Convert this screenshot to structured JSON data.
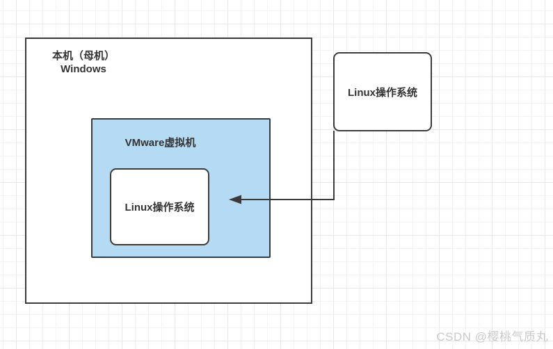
{
  "diagram": {
    "host_box": {
      "label_line1": "本机（母机）",
      "label_line2": "Windows"
    },
    "vm_box": {
      "label": "VMware虚拟机",
      "fill_color": "#b5daf3"
    },
    "guest_os_box": {
      "label": "Linux操作系统"
    },
    "external_os_box": {
      "label": "Linux操作系统"
    },
    "connector": {
      "shape": "elbow-arrow",
      "direction": "from external_os_box down then left into vm_box"
    }
  },
  "colors": {
    "stroke": "#3a3a3a",
    "text": "#333333",
    "vm_fill": "#b5daf3",
    "grid_minor": "#f3f3f3",
    "grid_major": "#e8e8e8"
  },
  "watermark": {
    "text": "CSDN @樱桃气质丸"
  }
}
